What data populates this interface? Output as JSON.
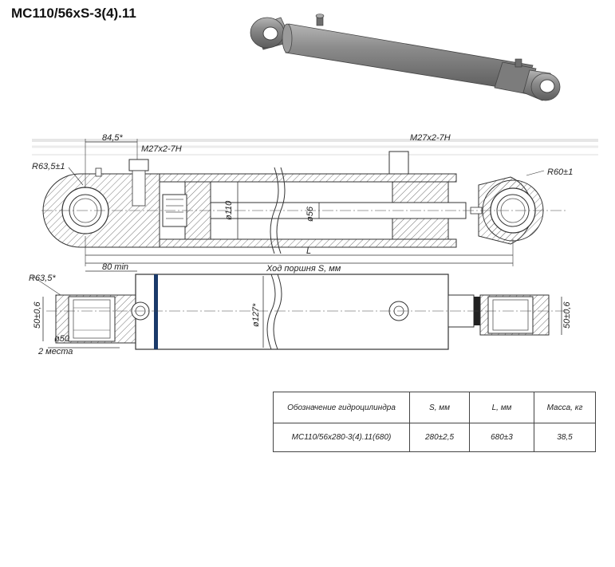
{
  "title": "MC110/56xS-3(4).11",
  "labels": {
    "d845": "84,5*",
    "m27_left": "M27x2-7H",
    "m27_right": "M27x2-7H",
    "r635": "R63,5±1",
    "r60": "R60±1",
    "d110": "ø110",
    "d56": "ø56",
    "L": "L",
    "stroke": "Ход поршня S, мм",
    "min80": "80 min",
    "r635b": "R63,5*",
    "w50_left": "50±0,6",
    "w50_right": "50±0,6",
    "d127": "ø127*",
    "d50": "ø50",
    "two_places": "2 места"
  },
  "table": {
    "headers": [
      "Обозначение гидроцилиндра",
      "S, мм",
      "L, мм",
      "Масса, кг"
    ],
    "rows": [
      [
        "МС110/56x280-3(4).11(680)",
        "280±2,5",
        "680±3",
        "38,5"
      ]
    ]
  }
}
